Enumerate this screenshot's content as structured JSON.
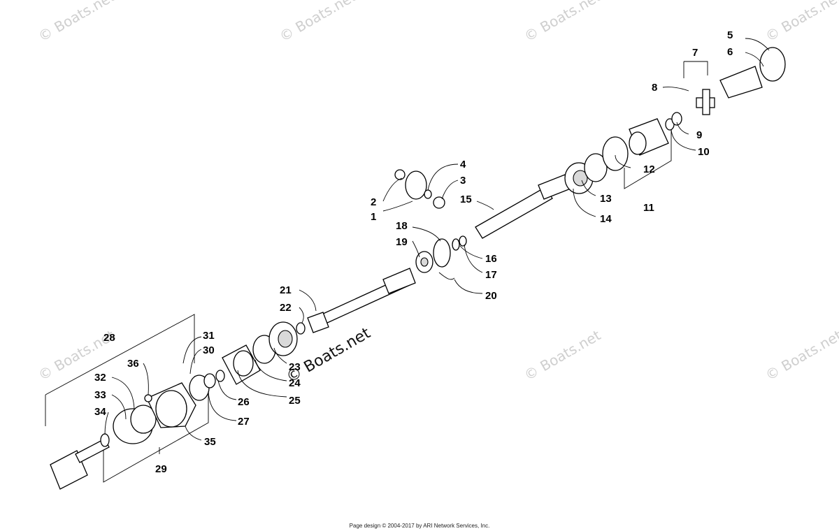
{
  "watermark": "© Boats.net",
  "watermark_center": "© Boats.net",
  "footer": "Page design © 2004-2017 by ARI Network Services, Inc.",
  "callouts": [
    "1",
    "2",
    "3",
    "4",
    "5",
    "6",
    "7",
    "8",
    "9",
    "10",
    "11",
    "12",
    "13",
    "14",
    "15",
    "16",
    "17",
    "18",
    "19",
    "20",
    "21",
    "22",
    "23",
    "24",
    "25",
    "26",
    "27",
    "28",
    "29",
    "30",
    "31",
    "32",
    "33",
    "34",
    "35",
    "36"
  ]
}
